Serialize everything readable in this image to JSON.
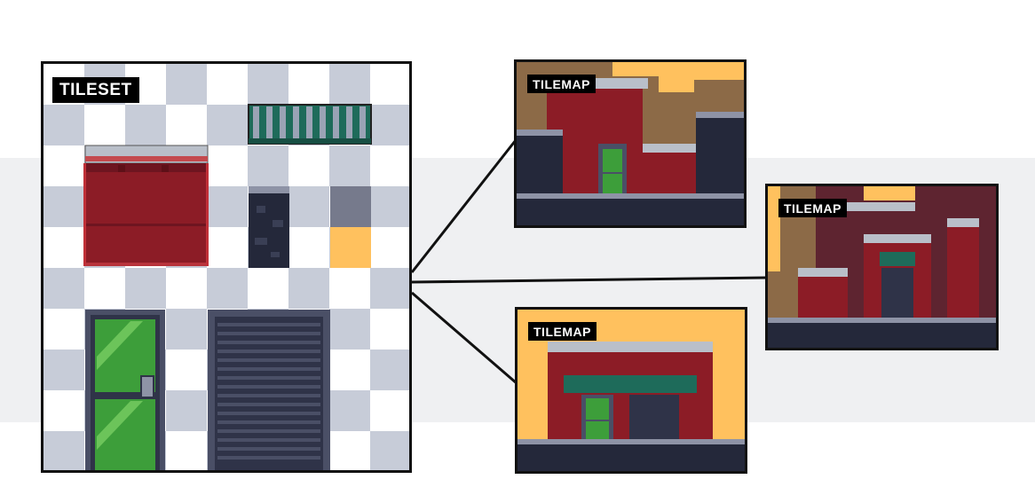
{
  "tileset": {
    "label": "TILESET"
  },
  "tilemaps": [
    {
      "label": "TILEMAP"
    },
    {
      "label": "TILEMAP"
    },
    {
      "label": "TILEMAP"
    }
  ],
  "colors": {
    "checker_light": "#ffffff",
    "checker_dark": "#c7ccd8",
    "brick_red": "#8c1c26",
    "brick_red_dark": "#6e1520",
    "door_green": "#3d9e3a",
    "door_frame": "#4a4f66",
    "shutter": "#2f3348",
    "stone_dark": "#24283a",
    "sky_orange": "#ffc15e",
    "wall_brown": "#8c6a47",
    "awning_teal": "#1e6b5a"
  }
}
